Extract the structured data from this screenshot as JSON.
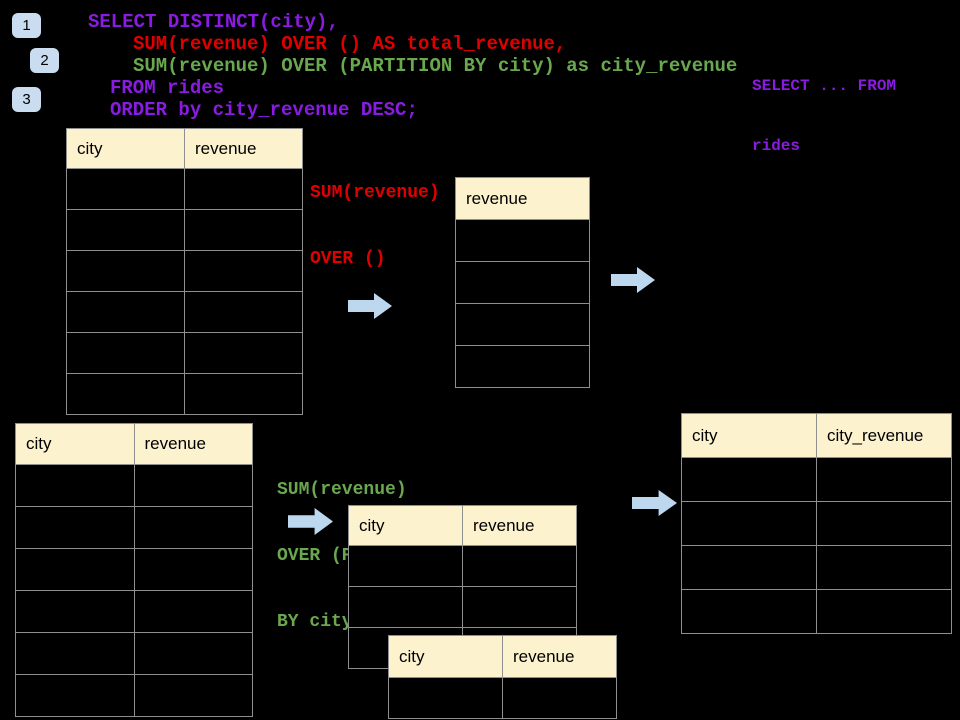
{
  "colors": {
    "background": "#000000",
    "sql_purple": "#8A1BE2",
    "sql_red": "#E00000",
    "sql_green": "#6AA84F",
    "table_header_bg": "#FDF2CE",
    "table_border": "#8f8f8f",
    "arrow_fill": "#BDD7EE",
    "badge_bg": "#C9DCF0"
  },
  "badges": [
    {
      "label": "1"
    },
    {
      "label": "2"
    },
    {
      "label": "3"
    }
  ],
  "sql": {
    "lines": [
      {
        "text": "SELECT DISTINCT(city),",
        "color": "purple"
      },
      {
        "text": "SUM(revenue) OVER () AS total_revenue,",
        "color": "red"
      },
      {
        "text": "SUM(revenue) OVER (PARTITION BY city) as city_revenue",
        "color": "green"
      },
      {
        "text": "FROM rides",
        "color": "purple"
      },
      {
        "text": "ORDER by city_revenue DESC;",
        "color": "purple"
      }
    ]
  },
  "note": {
    "line1": "SELECT ... FROM",
    "line2": "rides"
  },
  "labels": {
    "total_revenue": {
      "line1": "SUM(revenue)",
      "line2": "OVER ()"
    },
    "partition": {
      "line1": "SUM(revenue)",
      "line2": "OVER (PARTITION",
      "line3": "BY city)"
    }
  },
  "icons": {
    "arrow": "arrow-right-icon"
  },
  "tables": {
    "source_top": {
      "headers": [
        "city",
        "revenue"
      ],
      "rows": 6
    },
    "revenue_only": {
      "headers": [
        "revenue"
      ],
      "rows": 4
    },
    "source_bottom": {
      "headers": [
        "city",
        "revenue"
      ],
      "rows": 6
    },
    "partition_input": {
      "headers": [
        "city",
        "revenue"
      ],
      "rows": 3
    },
    "partition_overlay": {
      "headers": [
        "city",
        "revenue"
      ],
      "rows": 1
    },
    "result": {
      "headers": [
        "city",
        "city_revenue"
      ],
      "rows": 4
    }
  }
}
